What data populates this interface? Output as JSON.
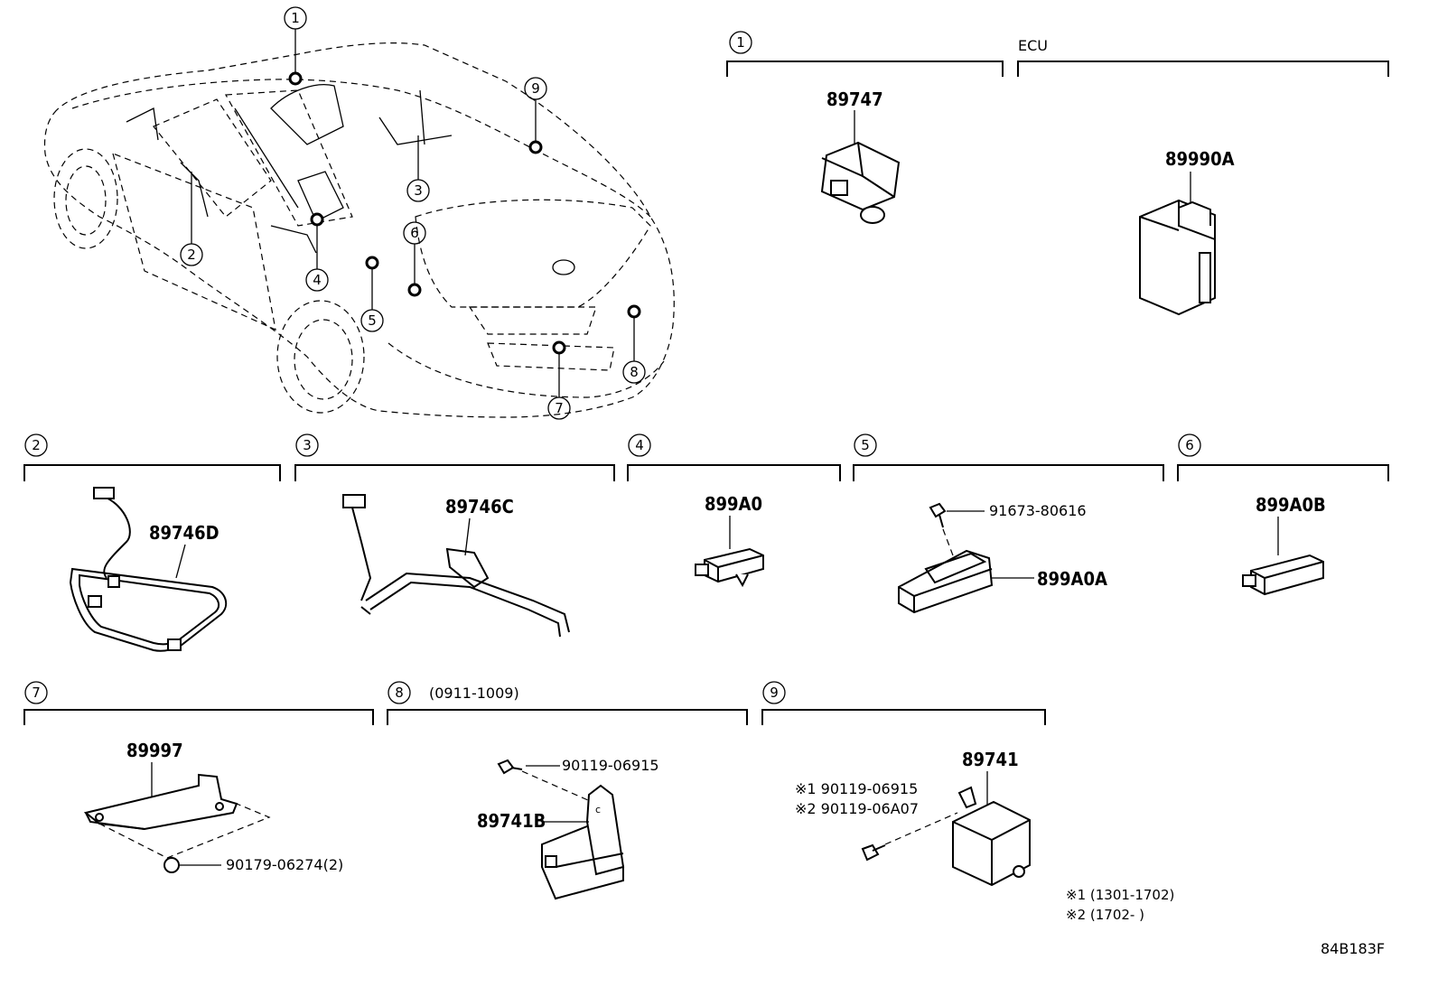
{
  "callouts": [
    "1",
    "2",
    "3",
    "4",
    "5",
    "6",
    "7",
    "8",
    "9"
  ],
  "sections": {
    "s1": {
      "num": "1",
      "part": "89747"
    },
    "ecu": {
      "label": "ECU",
      "part": "89990A"
    },
    "s2": {
      "num": "2",
      "part": "89746D"
    },
    "s3": {
      "num": "3",
      "part": "89746C"
    },
    "s4": {
      "num": "4",
      "part": "899A0"
    },
    "s5": {
      "num": "5",
      "part": "899A0A",
      "bolt": "91673-80616"
    },
    "s6": {
      "num": "6",
      "part": "899A0B"
    },
    "s7": {
      "num": "7",
      "part": "89997",
      "nut": "90179-06274(2)"
    },
    "s8": {
      "num": "8",
      "range": "(0911-1009)",
      "part": "89741B",
      "bolt": "90119-06915"
    },
    "s9": {
      "num": "9",
      "part": "89741",
      "bolt1": "※1 90119-06915",
      "bolt2": "※2 90119-06A07"
    }
  },
  "notes": {
    "n1": "※1 (1301-1702)",
    "n2": "※2 (1702-        )"
  },
  "figure_code": "84B183F"
}
